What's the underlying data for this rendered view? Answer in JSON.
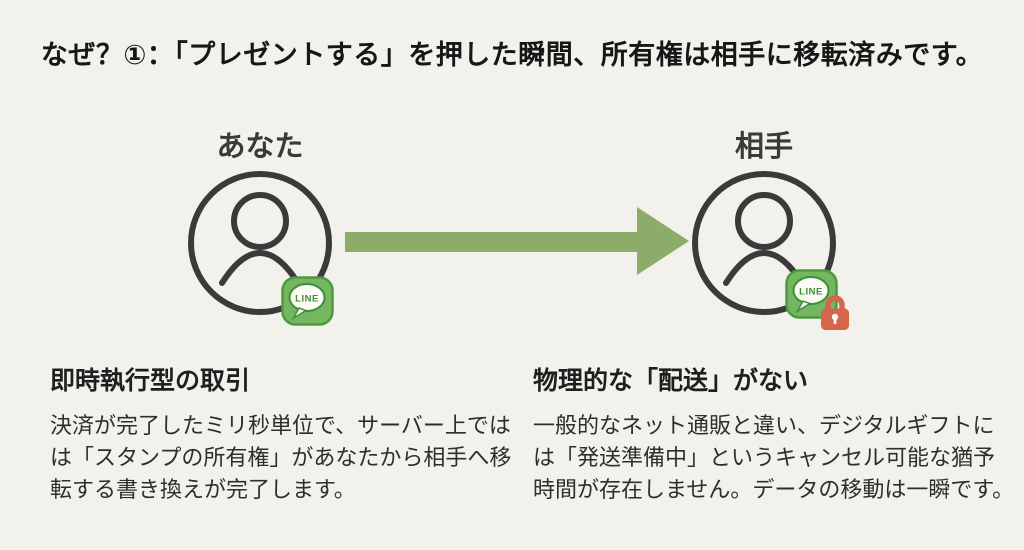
{
  "title": "なぜ？①：「プレゼントする」を押した瞬間、所有権は相手に移転済みです。",
  "diagram": {
    "sender": {
      "label": "あなた",
      "badge_label": "LINE"
    },
    "receiver": {
      "label": "相手",
      "badge_label": "LINE"
    },
    "arrow_direction": "left-to-right"
  },
  "sections": [
    {
      "heading": "即時執行型の取引",
      "body_lines": [
        "決済が完了したミリ秒単位で、サーバー上では",
        "は「スタンプの所有権」があなたから相手へ移",
        "転する書き換えが完了します。"
      ]
    },
    {
      "heading": "物理的な「配送」がない",
      "body_lines": [
        "一般的なネット通販と違い、デジタルギフトに",
        "は「発送準備中」というキャンセル可能な猶予",
        "時間が存在しません。データの移動は一瞬です。"
      ]
    }
  ],
  "icons": {
    "sender_avatar": "person-avatar-icon",
    "receiver_avatar": "person-avatar-icon",
    "transfer_arrow": "right-arrow-icon",
    "line_badge": "line-app-icon",
    "receiver_lock": "lock-icon"
  },
  "colors": {
    "background": "#f2f1ec",
    "title_text": "#171717",
    "heading_text": "#1f1f1f",
    "body_text": "#2e2e2e",
    "label_text": "#3a3a3a",
    "avatar_stroke": "#3a3a3a",
    "arrow_green": "#8dac69",
    "line_badge_green": "#75b660",
    "line_badge_border": "#4e9a43",
    "line_bubble_fill": "#fcfbf4",
    "line_text_green": "#3f8f3b",
    "lock_red": "#d5654c"
  }
}
